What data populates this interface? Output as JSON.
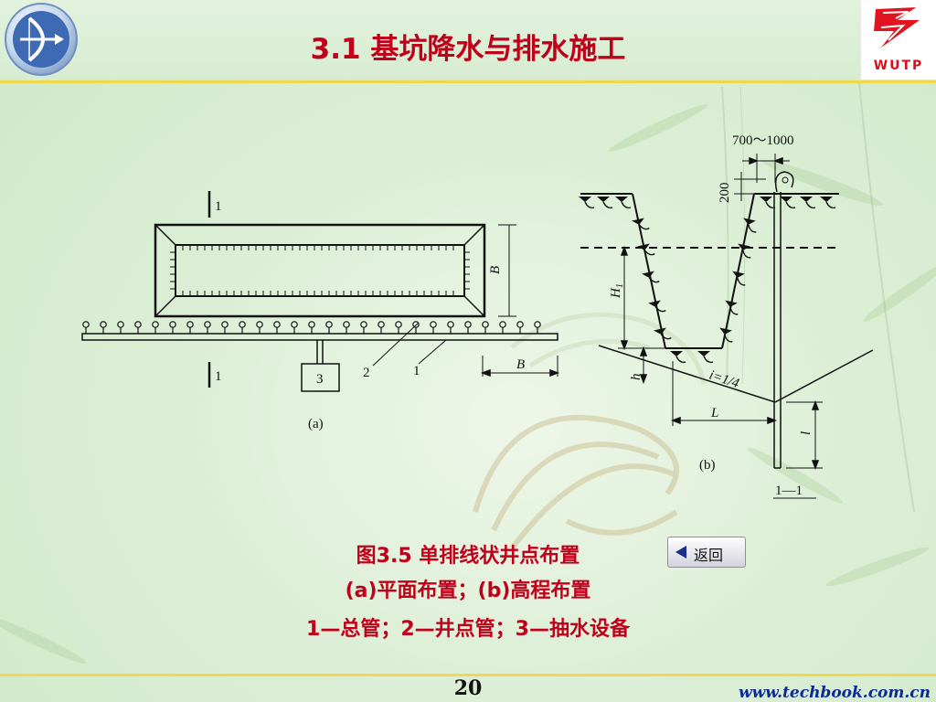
{
  "header": {
    "title": "3.1 基坑降水与排水施工",
    "right_logo_text": "WUTP"
  },
  "figure_a": {
    "label": "(a)",
    "section_top": "1",
    "section_bottom": "1",
    "dim_b_vertical": "B",
    "dim_b_horizontal": "B",
    "callout_2": "2",
    "callout_1": "1",
    "pump_label": "3"
  },
  "figure_b": {
    "label": "(b)",
    "top_dim": "700～1000",
    "dim_200": "200",
    "h1": "H",
    "h1_sub": "1",
    "h": "h",
    "slope": "i=1/4",
    "L": "L",
    "l": "l",
    "section": "1—1"
  },
  "caption": {
    "line1": "图3.5 单排线状井点布置",
    "line2": "(a)平面布置；(b)高程布置",
    "line3": "1—总管；2—井点管；3—抽水设备"
  },
  "back_button": {
    "label": "返回"
  },
  "footer": {
    "page": "20",
    "url": "www.techbook.com.cn"
  },
  "colors": {
    "title_red": "#c0001a",
    "rule_yellow": "#f1d84a",
    "url_blue": "#0a2a9a"
  }
}
